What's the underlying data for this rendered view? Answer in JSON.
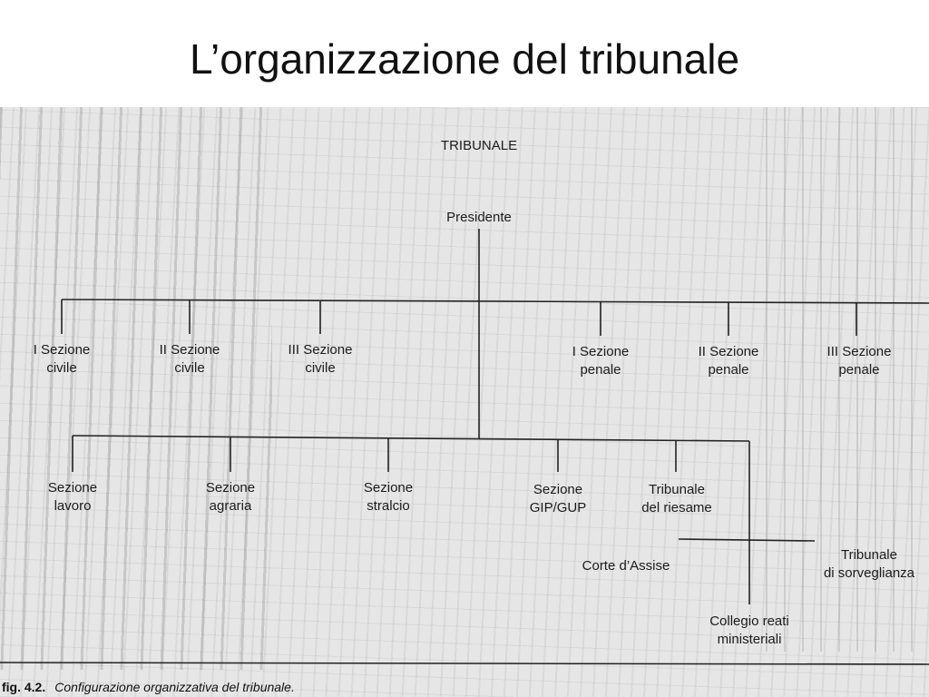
{
  "slide": {
    "title": "L’organizzazione del tribunale"
  },
  "figure": {
    "caption_number": "fig. 4.2.",
    "caption_text": "Configurazione organizzativa del tribunale.",
    "nodes": {
      "tribunale": "TRIBUNALE",
      "presidente": "Presidente",
      "civile_1": [
        "I Sezione",
        "civile"
      ],
      "civile_2": [
        "II Sezione",
        "civile"
      ],
      "civile_3": [
        "III Sezione",
        "civile"
      ],
      "penale_1": [
        "I Sezione",
        "penale"
      ],
      "penale_2": [
        "II Sezione",
        "penale"
      ],
      "penale_3": [
        "III Sezione",
        "penale"
      ],
      "lavoro": [
        "Sezione",
        "lavoro"
      ],
      "agraria": [
        "Sezione",
        "agraria"
      ],
      "stralcio": [
        "Sezione",
        "stralcio"
      ],
      "gip_gup": [
        "Sezione",
        "GIP/GUP"
      ],
      "riesame": [
        "Tribunale",
        "del riesame"
      ],
      "corte_assise": "Corte d’Assise",
      "sorveglianza": [
        "Tribunale",
        "di sorveglianza"
      ],
      "collegio": [
        "Collegio reati",
        "ministeriali"
      ]
    }
  }
}
